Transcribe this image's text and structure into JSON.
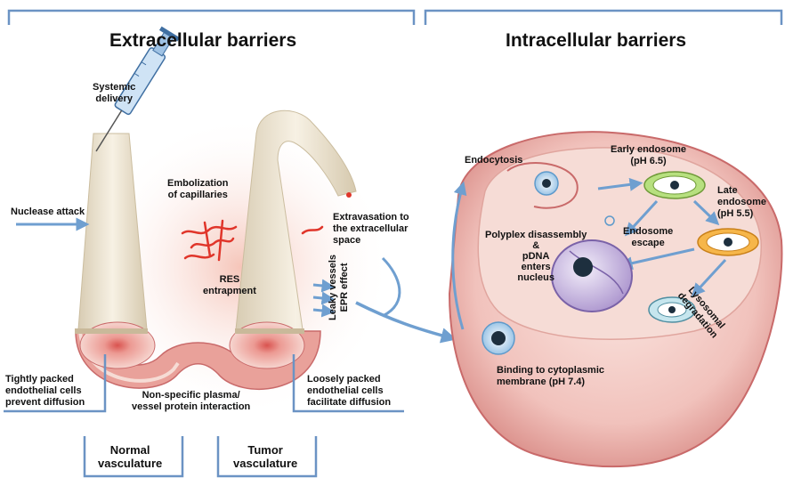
{
  "sections": {
    "left_title": "Extracellular barriers",
    "right_title": "Intracellular barriers"
  },
  "labels": {
    "systemic_delivery": "Systemic\ndelivery",
    "nuclease_attack": "Nuclease attack",
    "embolization": "Embolization\nof capillaries",
    "res_entrapment": "RES\nentrapment",
    "extravasation": "Extravasation to\nthe extracellular\nspace",
    "leaky_vessels": "Leaky vessels\nEPR effect",
    "tightly_packed": "Tightly packed\nendothelial cells\nprevent diffusion",
    "non_specific": "Non-specific plasma/\nvessel protein interaction",
    "loosely_packed": "Loosely packed\nendothelial cells\nfacilitate diffusion",
    "normal_vasculature": "Normal\nvasculature",
    "tumor_vasculature": "Tumor\nvasculature",
    "endocytosis": "Endocytosis",
    "early_endosome": "Early endosome\n(pH 6.5)",
    "late_endosome": "Late\nendosome\n(pH 5.5)",
    "endosome_escape": "Endosome\nescape",
    "polyplex_disassembly": "Polyplex disassembly\n&\npDNA\nenters\nnucleus",
    "lysosomal_degradation": "Lysosomal\ndegradation",
    "binding_membrane": "Binding to cytoplasmic\nmembrane (pH 7.4)"
  },
  "colors": {
    "arrow": "#6f9fd0",
    "vessel": "#f2e9d8",
    "cell": "#f1c7c3",
    "cell_border": "#c96a6a",
    "bracket": "#6b93c4",
    "res": "#e0352a"
  }
}
